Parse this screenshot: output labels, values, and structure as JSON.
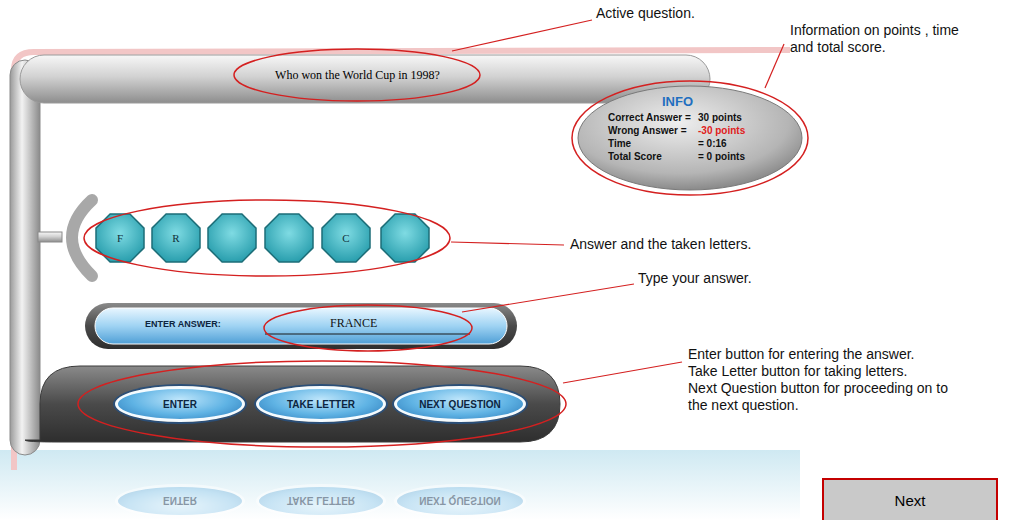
{
  "diagram": {
    "nodes": [
      {
        "text": [
          "Who won the World Cup in 1998?"
        ]
      },
      {
        "text": [
          "INFO",
          "Correct Answer =",
          "30 points",
          "Wrong Answer =",
          "-30 points",
          "Time",
          "= 0:16",
          "Total Score",
          "= 0 points"
        ]
      },
      {
        "text": [
          "F"
        ]
      },
      {
        "text": [
          "R"
        ]
      },
      {
        "text": [
          "C"
        ]
      },
      {
        "text": [
          "ENTER ANSWER:",
          "FRANCE"
        ]
      },
      {
        "text": [
          "ENTER"
        ]
      },
      {
        "text": [
          "TAKE LETTER"
        ]
      },
      {
        "text": [
          "NEXT QUESTION"
        ]
      },
      {
        "text": [
          "Next"
        ]
      }
    ],
    "labels": [
      "Active question.",
      "Information on points , time and total score.",
      "Answer and the taken letters.",
      "Type your answer.",
      "Enter button for entering the answer.",
      "Take Letter button for taking letters.",
      "Next Question button for proceeding on to the next question.",
      "ENTER",
      "TAKE LETTER",
      "NEXT QUESTION"
    ]
  }
}
